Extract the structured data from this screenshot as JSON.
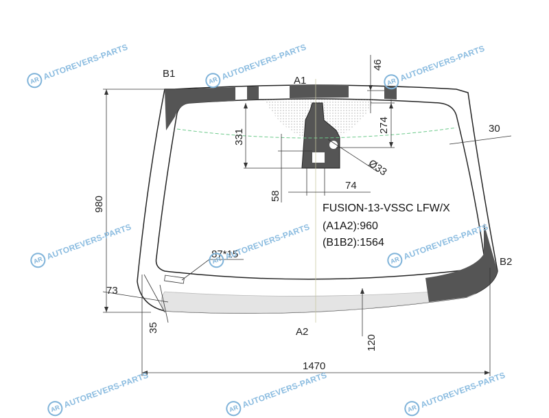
{
  "part": {
    "code": "FUSION-13-VSSC LFW/X",
    "a1a2": "(A1A2):960",
    "b1b2": "(B1B2):1564"
  },
  "points": {
    "a1": "A1",
    "a2": "A2",
    "b1": "B1",
    "b2": "B2"
  },
  "dimensions": {
    "height": "980",
    "width": "1470",
    "top_band": "46",
    "sensor_height": "274",
    "mirror_height": "331",
    "sensor_diameter": "Ø33",
    "bracket_gap": "58",
    "bracket_width": "74",
    "side_band": "30",
    "bottom_band": "120",
    "left_offset": "73",
    "left_margin": "35",
    "vin_window": "87*15"
  },
  "watermark": {
    "text": "AUTOREVERS-PARTS",
    "badge": "AR"
  },
  "colors": {
    "frit": "#555555",
    "glass_outline": "#222222",
    "dims": "#333333",
    "watermark": "#8bbce0"
  }
}
